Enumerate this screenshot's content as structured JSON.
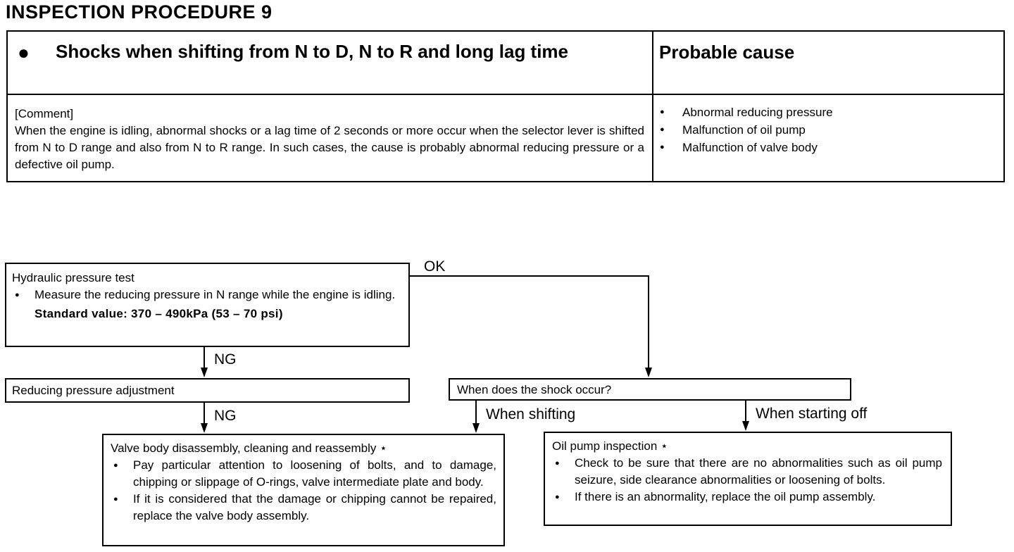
{
  "page": {
    "title": "INSPECTION PROCEDURE 9"
  },
  "summary": {
    "symptom_bullet": "●",
    "symptom": "Shocks when shifting from N to D, N to R and long lag time",
    "cause_header": "Probable cause",
    "comment_label": "[Comment]",
    "comment_text": "When the engine is idling, abnormal shocks or a lag time of 2 seconds or more occur when the selector lever is shifted from N to D range and also from N to R range.  In such cases, the cause is probably abnormal reducing pressure or a defective oil pump.",
    "causes": [
      "Abnormal reducing pressure",
      "Malfunction of oil pump",
      "Malfunction of valve body"
    ]
  },
  "flowchart": {
    "pressure_test": {
      "title": "Hydraulic pressure test",
      "bullet": "Measure the reducing pressure in N range while the engine is idling.",
      "standard": "Standard value: 370 – 490kPa (53 – 70 psi)"
    },
    "reducing_adjustment": {
      "title": "Reducing pressure adjustment"
    },
    "shock_question": {
      "title": "When does the shock occur?"
    },
    "valve_body": {
      "title": "Valve body disassembly, cleaning and reassembly ⋆",
      "bullets": [
        "Pay particular attention to loosening of bolts, and to damage, chipping or slippage of O-rings, valve intermediate plate and body.",
        "If it is considered that the damage or chipping cannot be repaired, replace the valve body assembly."
      ]
    },
    "oil_pump": {
      "title": "Oil pump inspection ⋆",
      "bullets": [
        "Check to be sure that there are no abnormalities such as oil pump seizure, side clearance abnormalities or loosening of bolts.",
        "If there is an abnormality, replace the oil pump assembly."
      ]
    },
    "labels": {
      "ok": "OK",
      "ng_1": "NG",
      "ng_2": "NG",
      "when_shifting": "When shifting",
      "when_starting_off": "When starting off"
    }
  }
}
